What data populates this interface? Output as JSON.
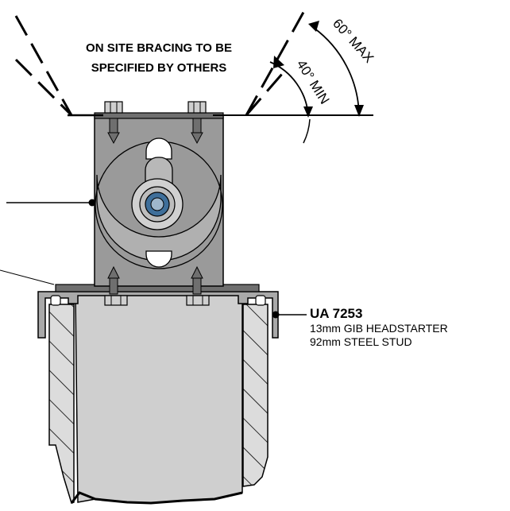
{
  "bracing_note": {
    "line1": "ON SITE BRACING TO BE",
    "line2": "SPECIFIED BY OTHERS"
  },
  "angles": {
    "max_label": "60° MAX",
    "min_label": "40° MIN"
  },
  "callout": {
    "code": "UA 7253",
    "line1": "13mm GIB HEADSTARTER",
    "line2": "92mm STEEL STUD"
  },
  "colors": {
    "bracket": "#9a9a9a",
    "bracket_dark": "#6f6f6f",
    "disc": "#b8b8b8",
    "stud": "#cfcfcf",
    "gib": "#dcdcdc",
    "nut_blue": "#3f6f9a",
    "track": "#a9a9a9"
  }
}
